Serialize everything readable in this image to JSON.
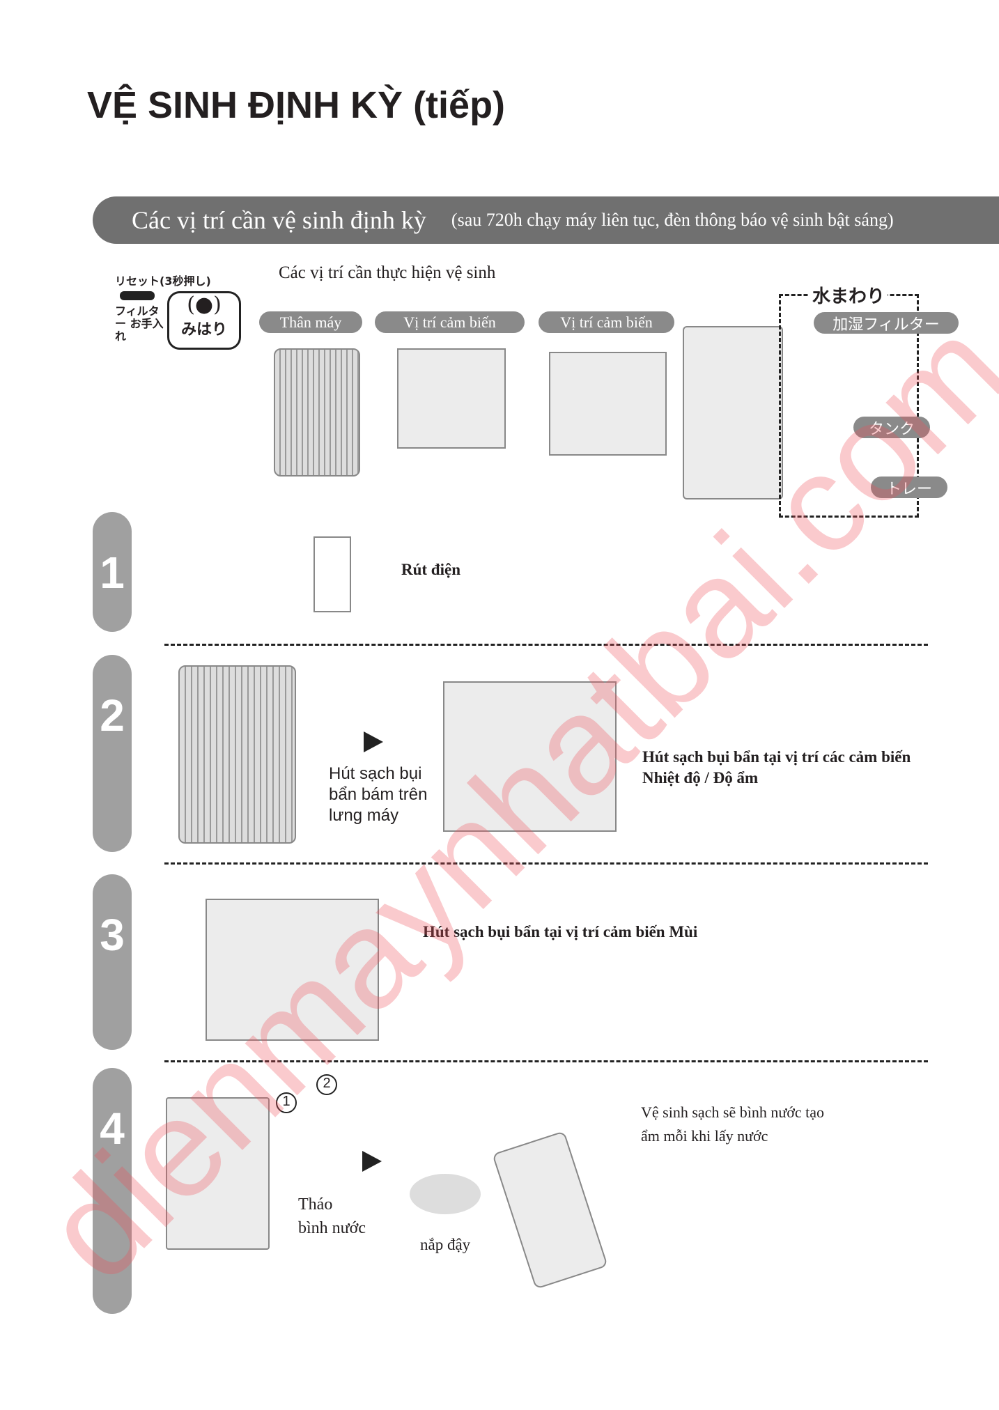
{
  "title": "VỆ SINH ĐỊNH KỲ (tiếp)",
  "banner": {
    "main": "Các vị trí cần vệ sinh định kỳ",
    "sub": "(sau 720h chạy máy liên tục, đèn thông báo vệ sinh bật sáng)"
  },
  "indicator": {
    "reset": "リセット(3秒押し)",
    "filter": "フィルター お手入れ",
    "mihari": "みはり"
  },
  "locations": {
    "heading": "Các vị trí cần thực hiện vệ sinh",
    "labels": [
      "Thân máy",
      "Vị trí cảm biến",
      "Vị trí cảm biến"
    ]
  },
  "water": {
    "heading": "水まわり",
    "filter": "加湿フィルター",
    "tank": "タンク",
    "tray": "トレー"
  },
  "steps": [
    {
      "number": "1",
      "text": "Rút điện"
    },
    {
      "number": "2",
      "caption": "Hút sạch bụi bẩn bám trên lưng máy",
      "text1": "Hút sạch bụi bẩn tại vị trí các cảm biến",
      "text2": "Nhiệt độ / Độ ẩm"
    },
    {
      "number": "3",
      "text": "Hút sạch bụi bẩn tại vị trí cảm biến Mùi"
    },
    {
      "number": "4",
      "caption1": "Tháo",
      "caption2": "bình nước",
      "cap_label": "nắp đậy",
      "text1": "Vệ sinh sạch sẽ bình nước tạo",
      "text2": "ẩm mỗi khi lấy nước",
      "marks": [
        "1",
        "2"
      ]
    }
  ],
  "watermark": "dienmaynhatbai.com"
}
